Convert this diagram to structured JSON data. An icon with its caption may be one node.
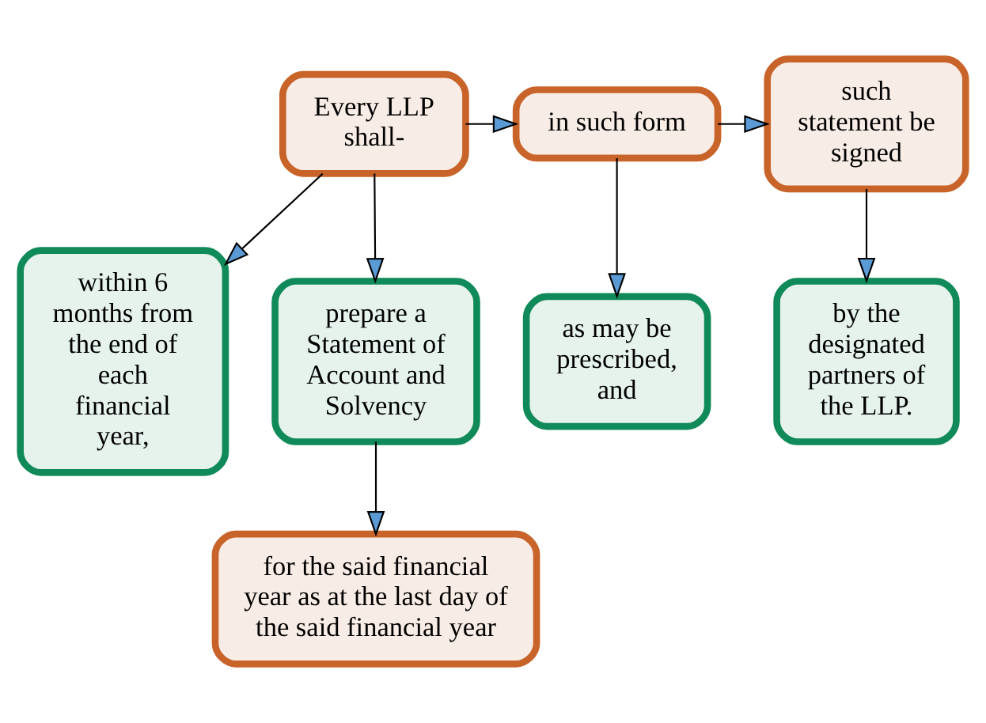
{
  "diagram": {
    "nodes": [
      {
        "text": [
          "Every LLP shall-"
        ]
      },
      {
        "text": [
          "in such form"
        ]
      },
      {
        "text": [
          "such statement be signed"
        ]
      },
      {
        "text": [
          "within 6 months from the end of each financial year,"
        ]
      },
      {
        "text": [
          "prepare a Statement of Account and Solvency"
        ]
      },
      {
        "text": [
          "as may be prescribed, and"
        ]
      },
      {
        "text": [
          "by the designated partners of the LLP."
        ]
      },
      {
        "text": [
          "for the said financial year as at the last day of the said financial year"
        ]
      }
    ],
    "edges": [
      {
        "from": 0,
        "to": 1,
        "arrow": "to"
      },
      {
        "from": 1,
        "to": 2,
        "arrow": "to"
      },
      {
        "from": 0,
        "to": 3,
        "arrow": "to"
      },
      {
        "from": 0,
        "to": 4,
        "arrow": "to"
      },
      {
        "from": 1,
        "to": 5,
        "arrow": "to"
      },
      {
        "from": 2,
        "to": 6,
        "arrow": "to"
      },
      {
        "from": 4,
        "to": 7,
        "arrow": "to"
      }
    ]
  }
}
